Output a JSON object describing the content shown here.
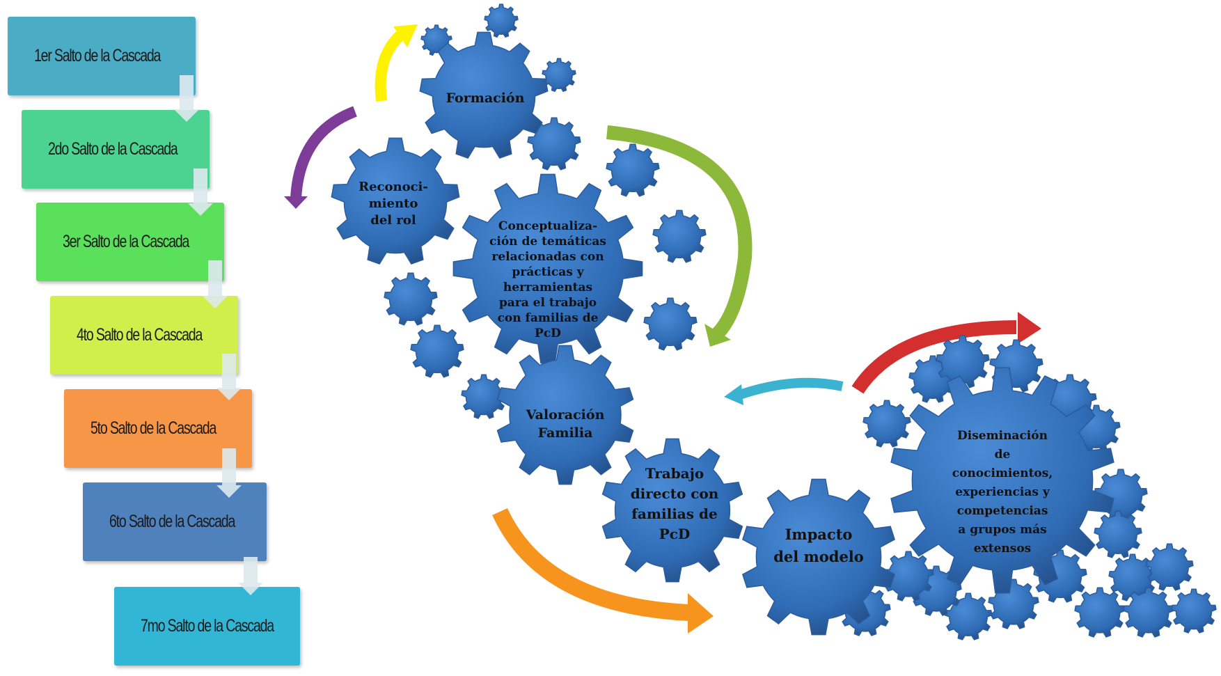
{
  "steps": [
    {
      "label": "1er  Salto de la Cascada",
      "color": "#4BACC6"
    },
    {
      "label": "2do Salto de la Cascada",
      "color": "#4CD391"
    },
    {
      "label": "3er Salto de la Cascada",
      "color": "#5AE05A"
    },
    {
      "label": "4to Salto de la Cascada",
      "color": "#D2EE4B"
    },
    {
      "label": "5to Salto de la Cascada",
      "color": "#F79646"
    },
    {
      "label": "6to Salto de la Cascada",
      "color": "#4F81BD"
    },
    {
      "label": "7mo Salto de la Cascada",
      "color": "#31B6D6"
    }
  ],
  "gears": [
    {
      "id": "formacion",
      "lines": [
        "Formación"
      ]
    },
    {
      "id": "reconocimiento",
      "lines": [
        "Reconoci-",
        "miento",
        "del rol"
      ]
    },
    {
      "id": "conceptualizacion",
      "lines": [
        "Conceptualiza-",
        "ción de  temáticas",
        "relacionadas con",
        "prácticas y",
        "herramientas",
        "para el trabajo",
        "con familias de",
        "PcD"
      ]
    },
    {
      "id": "valoracion",
      "lines": [
        "Valoración",
        "Familia"
      ]
    },
    {
      "id": "trabajo",
      "lines": [
        "Trabajo",
        "directo con",
        "familias de",
        "PcD"
      ]
    },
    {
      "id": "impacto",
      "lines": [
        "Impacto",
        "del modelo"
      ]
    },
    {
      "id": "diseminacion",
      "lines": [
        "Diseminación",
        "de",
        "conocimientos,",
        "experiencias  y",
        "competencias",
        "a grupos más",
        "extensos"
      ]
    }
  ],
  "colors": {
    "gear": "#3A77C0",
    "arrow_yellow": "#FFF200",
    "arrow_purple": "#7D3C98",
    "arrow_green": "#8DB93A",
    "arrow_cyan": "#3BB3D0",
    "arrow_red": "#D32F2F",
    "arrow_orange": "#F7941D",
    "connector_arrow": "#DDE9EE"
  }
}
